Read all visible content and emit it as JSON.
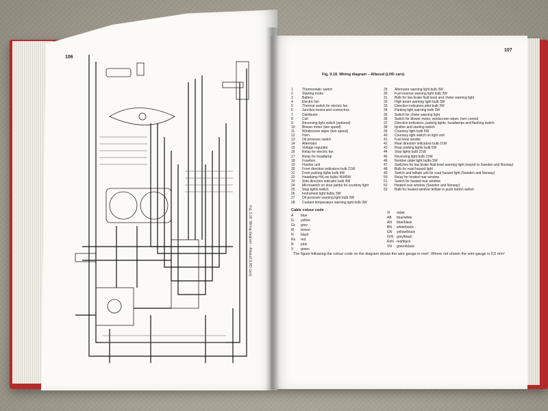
{
  "left_page": {
    "page_number": "106",
    "rotated_caption": "Fig. 9.18. Wiring diagram – Alfasud (LHD cars)"
  },
  "right_page": {
    "page_number": "107",
    "figure_caption": "Fig. 9.18. Wiring diagram – Alfasud (LHD cars)",
    "legend_left": [
      {
        "n": "1",
        "t": "Thermostatic switch"
      },
      {
        "n": "2",
        "t": "Starting motor"
      },
      {
        "n": "3",
        "t": "Battery"
      },
      {
        "n": "4",
        "t": "Electric fan"
      },
      {
        "n": "5",
        "t": "Thermal switch for electric fan"
      },
      {
        "n": "6",
        "t": "Junction boxes and connectors"
      },
      {
        "n": "7",
        "t": "Distributor"
      },
      {
        "n": "8",
        "t": "Coil"
      },
      {
        "n": "9",
        "t": "Reversing light switch (optional)"
      },
      {
        "n": "10",
        "t": "Blower motor (two speed)"
      },
      {
        "n": "11",
        "t": "Windscreen wiper (two speed)"
      },
      {
        "n": "12",
        "t": "Horn"
      },
      {
        "n": "13",
        "t": "Oil pressure switch"
      },
      {
        "n": "14",
        "t": "Alternator"
      },
      {
        "n": "15",
        "t": "Voltage regulator"
      },
      {
        "n": "16",
        "t": "Relay for electric fan"
      },
      {
        "n": "17",
        "t": "Relay for headlamp"
      },
      {
        "n": "18",
        "t": "Fusebox"
      },
      {
        "n": "19",
        "t": "Flasher unit"
      },
      {
        "n": "20",
        "t": "Front direction indicators bulb 21W"
      },
      {
        "n": "21",
        "t": "Front parking lights bulb 4W"
      },
      {
        "n": "22",
        "t": "Headlamp Hi/Low bulbs 40/45W"
      },
      {
        "n": "23",
        "t": "Side direction indicator bulb 4W"
      },
      {
        "n": "24",
        "t": "Microswitch on door jambs for courtesy light"
      },
      {
        "n": "25",
        "t": "Stop lights switch"
      },
      {
        "n": "26",
        "t": "Instrument light bulbs 3W"
      },
      {
        "n": "27",
        "t": "Oil pressure warning light bulb 3W"
      },
      {
        "n": "28",
        "t": "Coolant temperature warning light bulb 3W"
      }
    ],
    "legend_right": [
      {
        "n": "29",
        "t": "Alternator warning light bulb 3W"
      },
      {
        "n": "30",
        "t": "Fuel reserve warning light bulb 3W"
      },
      {
        "n": "31",
        "t": "Bulb for low brake fluid level and choke warning light"
      },
      {
        "n": "32",
        "t": "High beam warning light bulb 3W"
      },
      {
        "n": "33",
        "t": "Direction indicators pilot bulb 3W"
      },
      {
        "n": "34",
        "t": "Parking light warning bulb 3W"
      },
      {
        "n": "35",
        "t": "Switch for choke warning light"
      },
      {
        "n": "36",
        "t": "Switch for blower motor, windscreen wiper, horn control"
      },
      {
        "n": "37",
        "t": "Direction indicators, parking lights, headlamps and flashing switch"
      },
      {
        "n": "38",
        "t": "Ignition and starting switch"
      },
      {
        "n": "39",
        "t": "Courtesy light bulb 5W"
      },
      {
        "n": "40",
        "t": "Courtesy light switch on light unit"
      },
      {
        "n": "41",
        "t": "Fuel level sender"
      },
      {
        "n": "42",
        "t": "Rear direction indicators bulb 21W"
      },
      {
        "n": "43",
        "t": "Rear parking lights bulb 5W"
      },
      {
        "n": "44",
        "t": "Stop lights bulb 21W"
      },
      {
        "n": "45",
        "t": "Reversing light bulb 21W"
      },
      {
        "n": "46",
        "t": "Number plate light bulbs 5W"
      },
      {
        "n": "47",
        "t": "Switches for low brake fluid level warning light (export to Sweden and Norway)"
      },
      {
        "n": "48",
        "t": "Bulb for road hazard light"
      },
      {
        "n": "49",
        "t": "Switch and telltale unit for road hazard light (Sweden and Norway)"
      },
      {
        "n": "50",
        "t": "Relay for heated rear window"
      },
      {
        "n": "51",
        "t": "Switch for heated rear window"
      },
      {
        "n": "52",
        "t": "Heated rear window (Sweden and Norway)"
      },
      {
        "n": "53",
        "t": "Bulb for heated window telltale in push button switch"
      }
    ],
    "cable_colour_title": "Cable colour code",
    "cable_colours_left": [
      {
        "k": "A",
        "v": "blue"
      },
      {
        "k": "G",
        "v": "yellow"
      },
      {
        "k": "Gr",
        "v": "grey"
      },
      {
        "k": "M",
        "v": "brown"
      },
      {
        "k": "N",
        "v": "black"
      },
      {
        "k": "Rs",
        "v": "red"
      },
      {
        "k": "R",
        "v": "pink"
      },
      {
        "k": "V",
        "v": "green"
      }
    ],
    "cable_colours_right": [
      {
        "k": "Vi",
        "v": "violet"
      },
      {
        "k": "AB",
        "v": "blue/white"
      },
      {
        "k": "AN",
        "v": "blue/black"
      },
      {
        "k": "BN",
        "v": "white/black"
      },
      {
        "k": "GN",
        "v": "yellow/black"
      },
      {
        "k": "GrN",
        "v": "grey/black"
      },
      {
        "k": "RsN",
        "v": "red/black"
      },
      {
        "k": "VN",
        "v": "green/black"
      }
    ],
    "note": "The figure following the colour code on the diagram shows the wire gauge in mm². Where not shown the wire gauge is 0.5 mm²"
  },
  "colors": {
    "cover": "#b42a2a",
    "paper": "#fbfaf6",
    "ink": "#222222"
  }
}
